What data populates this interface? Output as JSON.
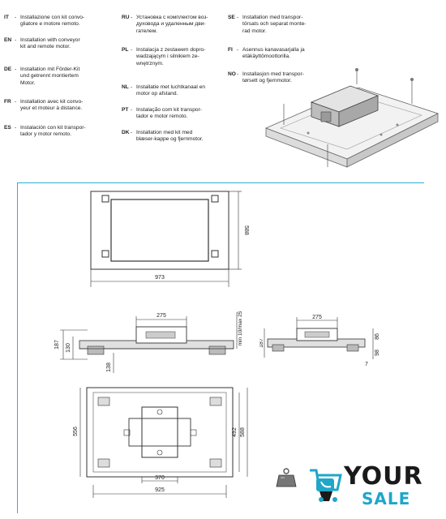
{
  "languages": [
    {
      "code": "IT",
      "sep": "-",
      "text": "Installazione con kit convo-\ngliatore e motore remoto."
    },
    {
      "code": "EN",
      "sep": "-",
      "text": "Installation with conveyor\nkit and remote motor."
    },
    {
      "code": "DE",
      "sep": "-",
      "text": "Installation mit Förder-Kit\nund getrennt montiertem\nMotor."
    },
    {
      "code": "FR",
      "sep": "-",
      "text": "Installation avec kit convo-\nyeur et moteur à distance."
    },
    {
      "code": "ES",
      "sep": "-",
      "text": "Instalación con kit transpor-\ntador y motor remoto."
    },
    {
      "code": "RU",
      "sep": "-",
      "text": "Установка с комплектом воз-\nдуховода и удаленным дви-\nгателем."
    },
    {
      "code": "PL",
      "sep": "-",
      "text": "Instalacja z zestawem dopro-\nwadzającym i silnikiem ze-\nwnętrznym."
    },
    {
      "code": "NL",
      "sep": "-",
      "text": "Installatie met luchtkanaal en\nmotor op afstand."
    },
    {
      "code": "PT",
      "sep": "-",
      "text": "Instalação com kit transpor-\ntador e motor remoto."
    },
    {
      "code": "DK",
      "sep": "-",
      "text": "Installation med kit med\nblæser-kappe og fjernmotor."
    },
    {
      "code": "SE",
      "sep": "-",
      "text": "Installation med transpor-\ntörsats och separat monte-\nrad motor."
    },
    {
      "code": "FI",
      "sep": "-",
      "text": "Asennus kanavasarjalla ja\netäkäyttömoottorilla."
    },
    {
      "code": "NO",
      "sep": "-",
      "text": "Installasjon med transpor-\ntørsett og fjernmotor."
    }
  ],
  "dimensions": {
    "top_width": "973",
    "top_height": "588",
    "front_duct_width": "275",
    "front_height": "187",
    "front_130": "130",
    "front_138": "138",
    "front_ceiling": "min 10/max 25",
    "side_duct_width": "275",
    "side_height": "187",
    "side_86": "86",
    "side_98": "98",
    "side_7": "7",
    "bottom_556": "556",
    "bottom_492": "492",
    "bottom_588": "588",
    "bottom_370": "370",
    "bottom_925": "925"
  },
  "brand": {
    "line1": "YOUR",
    "line2": "SALE",
    "color": "#1fa6c9",
    "dark": "#1a1a1a"
  },
  "colors": {
    "frame": "#2bb0d6",
    "line": "#333333",
    "cabinet": "#d6d6d6"
  },
  "icons": [
    "weight-icon",
    "cart-icon"
  ]
}
